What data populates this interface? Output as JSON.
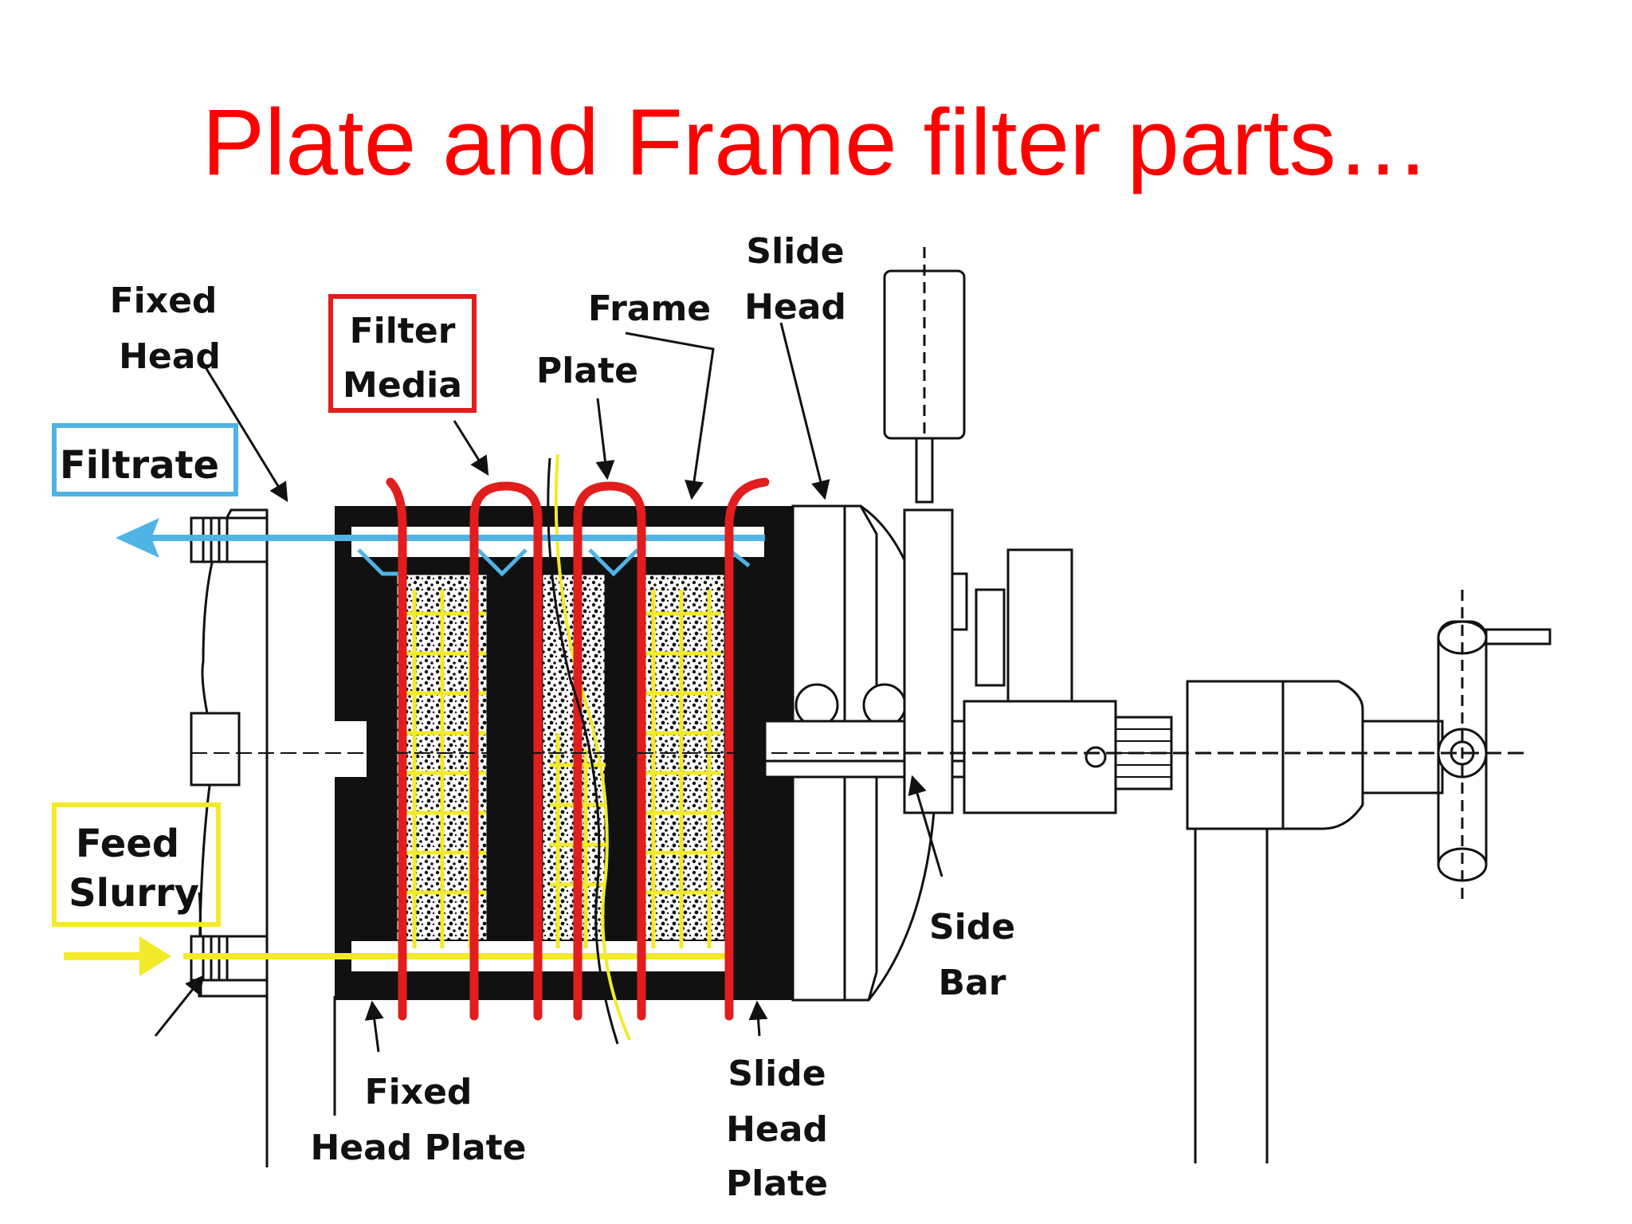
{
  "slide": {
    "title": "Plate and Frame filter parts…"
  },
  "labels": {
    "slide_head_1": "Slide",
    "slide_head_2": "Head",
    "fixed_head_1": "Fixed",
    "fixed_head_2": "Head",
    "filter_media_1": "Filter",
    "filter_media_2": "Media",
    "frame": "Frame",
    "plate": "Plate",
    "filtrate": "Filtrate",
    "feed_slurry_1": "Feed",
    "feed_slurry_2": "Slurry",
    "side_bar_1": "Side",
    "side_bar_2": "Bar",
    "fixed_head_plate_1": "Fixed",
    "fixed_head_plate_2": "Head Plate",
    "slide_head_plate_1": "Slide",
    "slide_head_plate_2": "Head",
    "slide_head_plate_3": "Plate"
  },
  "colors": {
    "title": "#ff0000",
    "filter_media_highlight": "#e11d1d",
    "filtrate_highlight": "#4fb3e6",
    "feed_highlight": "#f2ea2a",
    "drawing": "#111111"
  }
}
